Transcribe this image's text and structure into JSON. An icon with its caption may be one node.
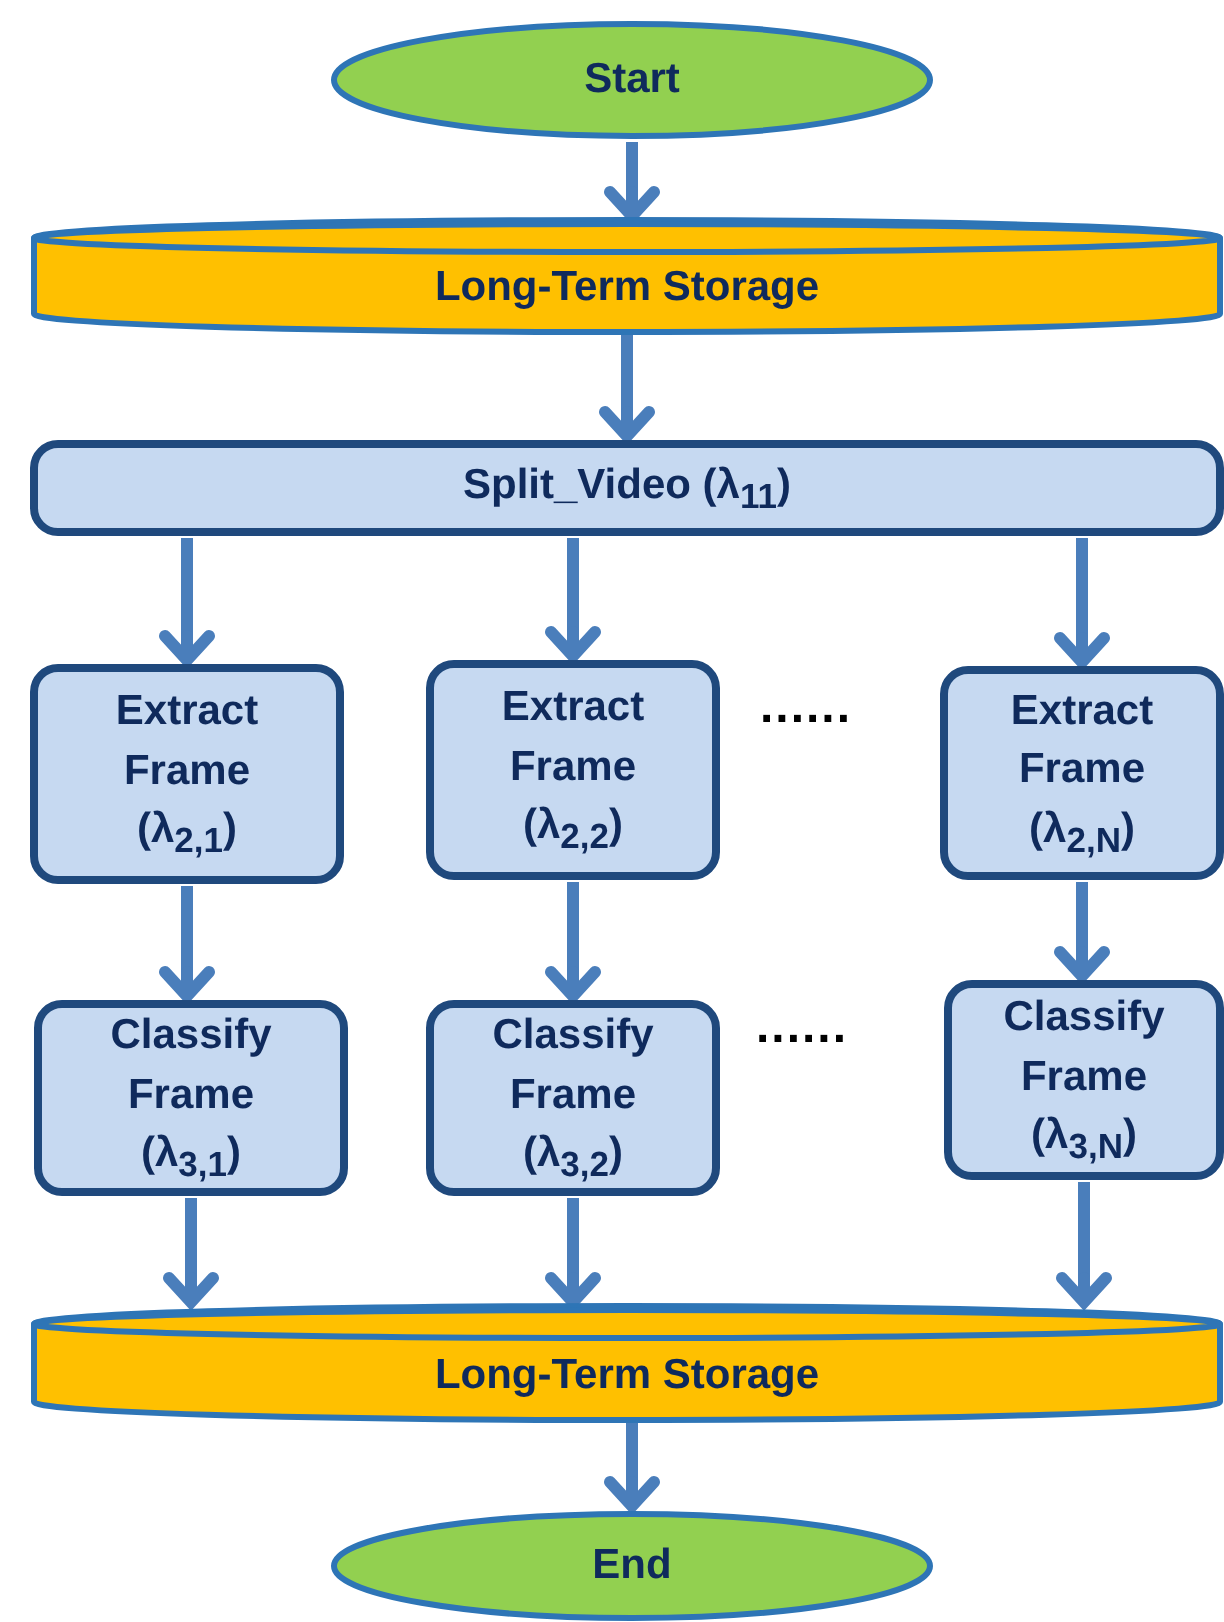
{
  "diagram": {
    "nodes": [
      {
        "text": [
          "Start"
        ]
      },
      {
        "text": [
          "Long-Term Storage"
        ]
      },
      {
        "text": [
          "Split_Video (λ$_{11}$)"
        ]
      },
      {
        "text": [
          "Extract Frame (λ$_{2,1}$)"
        ]
      },
      {
        "text": [
          "Extract Frame (λ$_{2,2}$)"
        ]
      },
      {
        "text": [
          "Extract Frame (λ$_{2,N}$)"
        ]
      },
      {
        "text": [
          "Classify Frame (λ$_{3,1}$)"
        ]
      },
      {
        "text": [
          "Classify Frame (λ$_{3,2}$)"
        ]
      },
      {
        "text": [
          "Classify Frame (λ$_{3,N}$)"
        ]
      },
      {
        "text": [
          "Long-Term Storage"
        ]
      },
      {
        "text": [
          "End"
        ]
      }
    ],
    "edges": [
      {
        "from": 0,
        "to": 1,
        "arrow": "to"
      },
      {
        "from": 1,
        "to": 2,
        "arrow": "to"
      },
      {
        "from": 2,
        "to": 3,
        "arrow": "to"
      },
      {
        "from": 2,
        "to": 4,
        "arrow": "to"
      },
      {
        "from": 2,
        "to": 5,
        "arrow": "to"
      },
      {
        "from": 3,
        "to": 6,
        "arrow": "to"
      },
      {
        "from": 4,
        "to": 7,
        "arrow": "to"
      },
      {
        "from": 5,
        "to": 8,
        "arrow": "to"
      },
      {
        "from": 6,
        "to": 9,
        "arrow": "to"
      },
      {
        "from": 7,
        "to": 9,
        "arrow": "to"
      },
      {
        "from": 8,
        "to": 9,
        "arrow": "to"
      },
      {
        "from": 9,
        "to": 10,
        "arrow": "to"
      }
    ],
    "labels": [
      "......",
      "......"
    ]
  }
}
